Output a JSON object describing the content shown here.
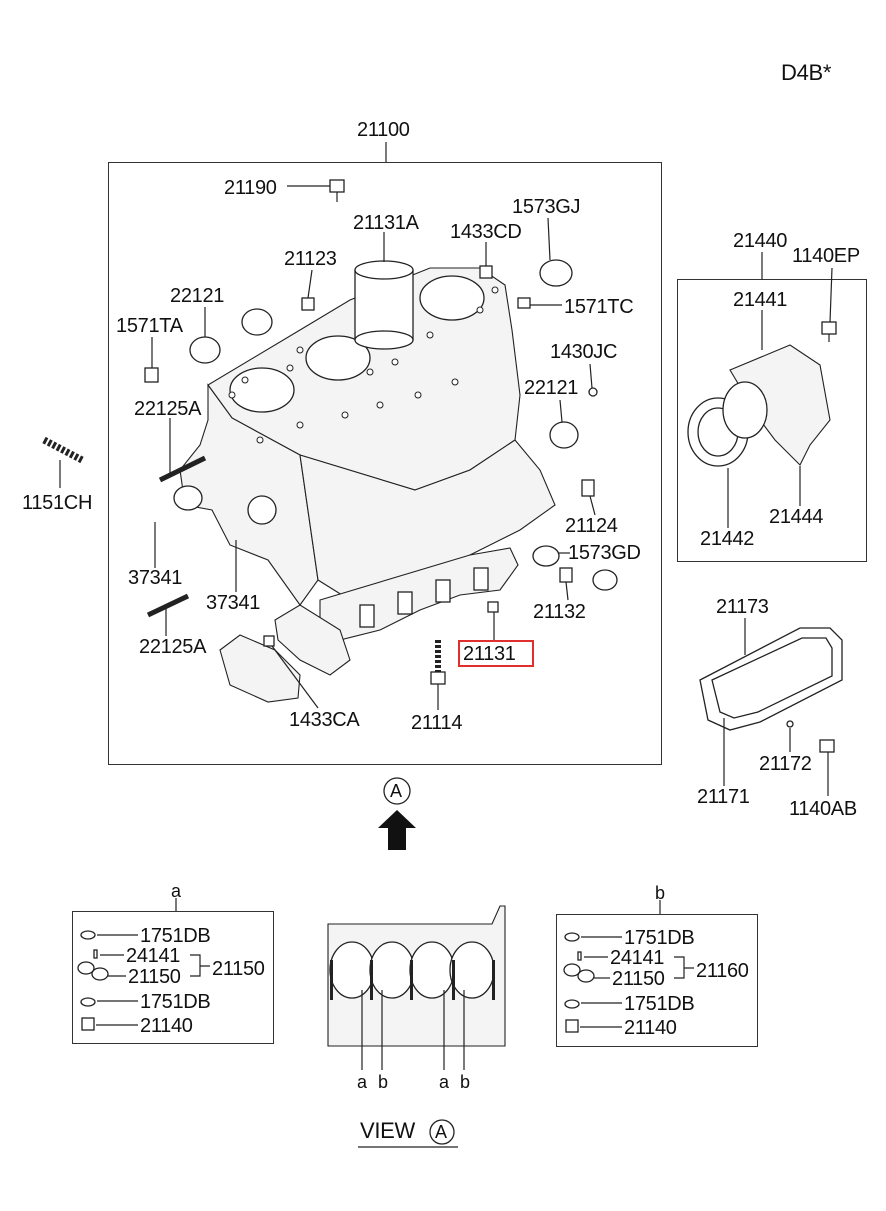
{
  "page_code": "D4B*",
  "main_assembly": {
    "title": "21100",
    "parts": {
      "p21190": "21190",
      "p21131A": "21131A",
      "p1433CD": "1433CD",
      "p1573GJ": "1573GJ",
      "p21123": "21123",
      "p22121_top": "22121",
      "p1571TC": "1571TC",
      "p1571TA": "1571TA",
      "p1430JC": "1430JC",
      "p22125A_top": "22125A",
      "p22121_mid": "22121",
      "p1151CH": "1151CH",
      "p21124": "21124",
      "p37341_left": "37341",
      "p1573GD": "1573GD",
      "p37341_mid": "37341",
      "p21132": "21132",
      "p22125A_bottom": "22125A",
      "p21131": "21131",
      "p1433CA": "1433CA",
      "p21114": "21114"
    },
    "highlighted_part": "21131"
  },
  "seal_assembly": {
    "title": "21440",
    "parts": {
      "p1140EP": "1140EP",
      "p21441": "21441",
      "p21442": "21442",
      "p21444": "21444"
    }
  },
  "gasket_assembly": {
    "parts": {
      "p21173": "21173",
      "p21172": "21172",
      "p21171": "21171",
      "p1140AB": "1140AB"
    }
  },
  "view_marker": "A",
  "detail_a": {
    "tag": "a",
    "rows": [
      "1751DB",
      "24141",
      "21150",
      "1751DB",
      "21140"
    ],
    "group": "21150"
  },
  "detail_b": {
    "tag": "b",
    "rows": [
      "1751DB",
      "24141",
      "21150",
      "1751DB",
      "21140"
    ],
    "group": "21160"
  },
  "view_section": {
    "caption": "VIEW",
    "marker": "A",
    "sublabels": [
      "a",
      "b",
      "a",
      "b"
    ]
  }
}
